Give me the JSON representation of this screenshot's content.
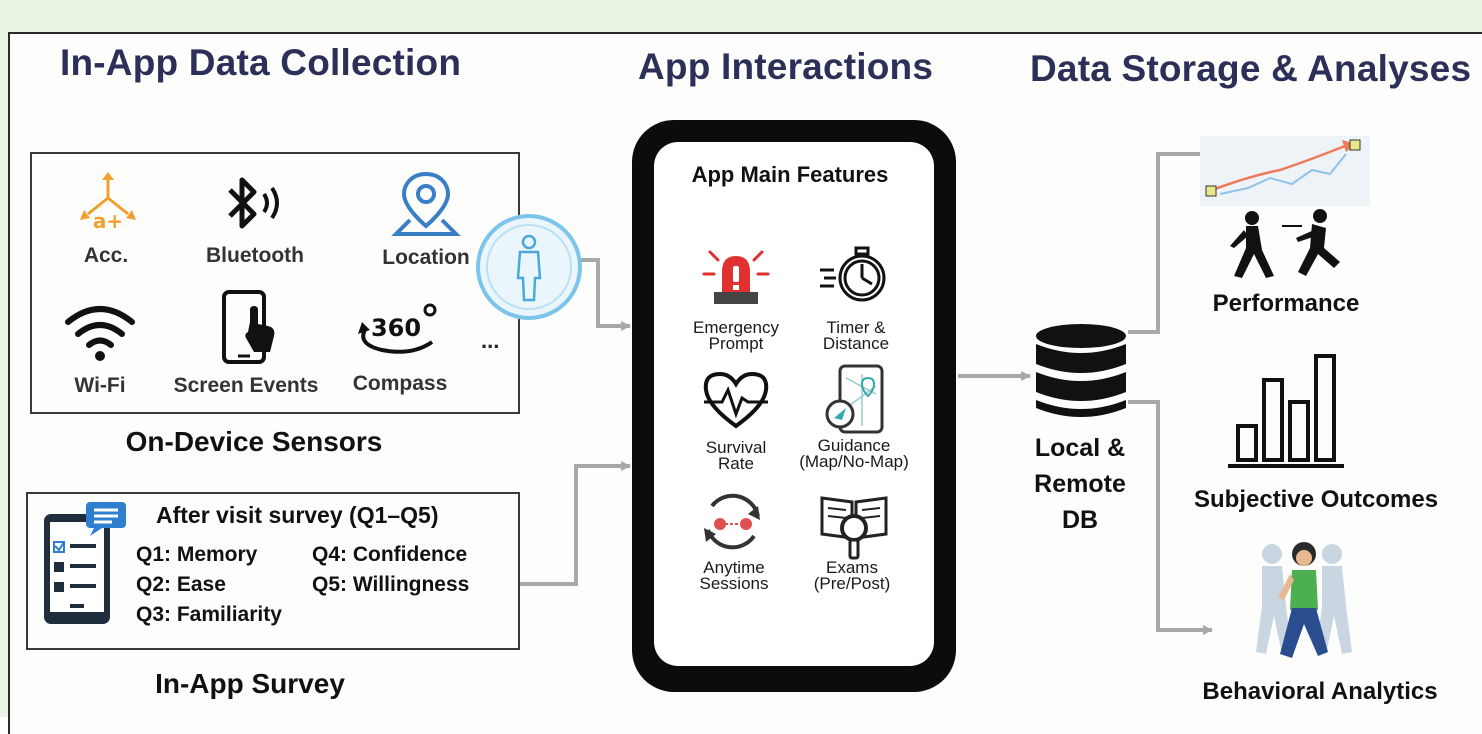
{
  "sections": {
    "collection_title": "In-App Data Collection",
    "interactions_title": "App Interactions",
    "storage_title": "Data Storage & Analyses"
  },
  "sensors": {
    "heading": "On-Device Sensors",
    "items": [
      {
        "label": "Acc.",
        "icon": "accelerometer-icon"
      },
      {
        "label": "Bluetooth",
        "icon": "bluetooth-icon"
      },
      {
        "label": "Location",
        "icon": "location-pin-icon"
      },
      {
        "label": "Wi-Fi",
        "icon": "wifi-icon"
      },
      {
        "label": "Screen Events",
        "icon": "touch-screen-icon"
      },
      {
        "label": "Compass",
        "icon": "compass-360-icon"
      }
    ],
    "more": "..."
  },
  "survey": {
    "heading": "In-App Survey",
    "title": "After visit survey (Q1–Q5)",
    "questions": [
      "Q1: Memory",
      "Q2: Ease",
      "Q3: Familiarity",
      "Q4: Confidence",
      "Q5: Willingness"
    ]
  },
  "app": {
    "title": "App Main Features",
    "features": [
      {
        "line1": "Emergency",
        "line2": "Prompt",
        "icon": "alarm-siren-icon"
      },
      {
        "line1": "Timer &",
        "line2": "Distance",
        "icon": "stopwatch-icon"
      },
      {
        "line1": "Survival",
        "line2": "Rate",
        "icon": "heartbeat-icon"
      },
      {
        "line1": "Guidance",
        "line2": "(Map/No-Map)",
        "icon": "map-guidance-icon"
      },
      {
        "line1": "Anytime",
        "line2": "Sessions",
        "icon": "session-cycle-icon"
      },
      {
        "line1": "Exams",
        "line2": "(Pre/Post)",
        "icon": "exam-search-icon"
      }
    ]
  },
  "storage": {
    "db_line1": "Local &",
    "db_line2": "Remote",
    "db_line3": "DB",
    "outputs": [
      "Performance",
      "Subjective Outcomes",
      "Behavioral Analytics"
    ]
  },
  "colors": {
    "title": "#2c3058",
    "accent_orange": "#f0a030",
    "location_blue": "#3a7ec8",
    "alarm_red": "#e03030",
    "arrow_gray": "#a8a8a8",
    "survey_blue": "#2e7fd0",
    "background_band": "#e8f3e4"
  }
}
